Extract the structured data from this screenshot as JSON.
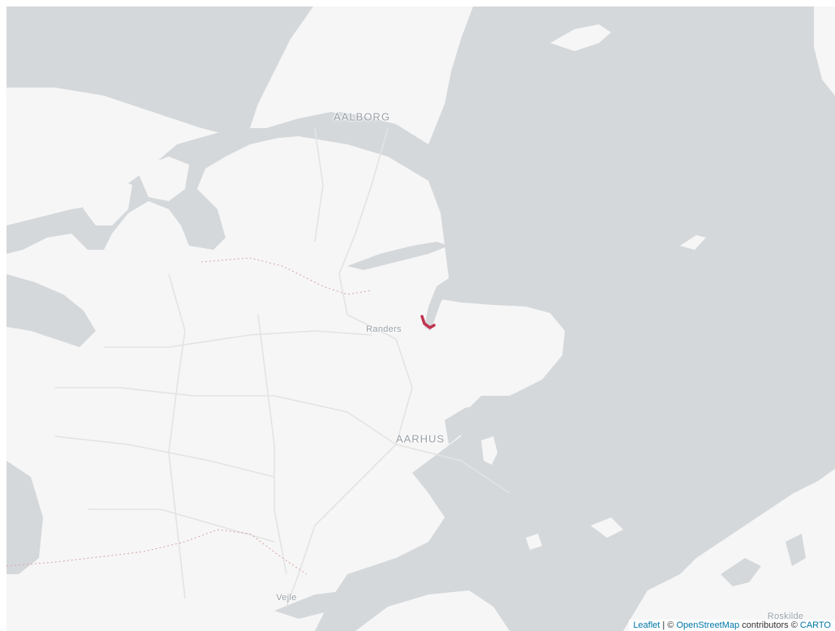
{
  "map": {
    "colors": {
      "water": "#d5d8db",
      "land": "#f6f6f6",
      "road": "#e3e3e3",
      "border": "#d9a3a3",
      "route": "#c0334d"
    },
    "labels": {
      "aalborg": "AALBORG",
      "randers": "Randers",
      "aarhus": "AARHUS",
      "vejle": "Vejle",
      "roskilde": "Roskilde"
    },
    "attribution": {
      "leaflet": "Leaflet",
      "separator": " | © ",
      "osm": "OpenStreetMap",
      "contributors": " contributors © ",
      "carto": "CARTO"
    }
  }
}
